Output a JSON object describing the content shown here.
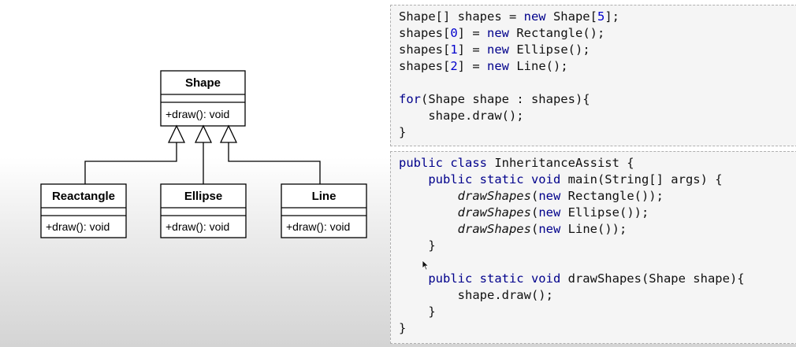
{
  "diagram": {
    "parent": {
      "name": "Shape",
      "operation": "+draw(): void"
    },
    "children": [
      {
        "name": "Reactangle",
        "operation": "+draw(): void"
      },
      {
        "name": "Ellipse",
        "operation": "+draw(): void"
      },
      {
        "name": "Line",
        "operation": "+draw(): void"
      }
    ]
  },
  "code_block_1": {
    "lines": [
      [
        {
          "t": "Shape[] shapes = "
        },
        {
          "t": "new",
          "c": "kw"
        },
        {
          "t": " Shape["
        },
        {
          "t": "5",
          "c": "num"
        },
        {
          "t": "];"
        }
      ],
      [
        {
          "t": "shapes["
        },
        {
          "t": "0",
          "c": "num"
        },
        {
          "t": "] = "
        },
        {
          "t": "new",
          "c": "kw"
        },
        {
          "t": " Rectangle();"
        }
      ],
      [
        {
          "t": "shapes["
        },
        {
          "t": "1",
          "c": "num"
        },
        {
          "t": "] = "
        },
        {
          "t": "new",
          "c": "kw"
        },
        {
          "t": " Ellipse();"
        }
      ],
      [
        {
          "t": "shapes["
        },
        {
          "t": "2",
          "c": "num"
        },
        {
          "t": "] = "
        },
        {
          "t": "new",
          "c": "kw"
        },
        {
          "t": " Line();"
        }
      ],
      [],
      [
        {
          "t": "for",
          "c": "kw"
        },
        {
          "t": "(Shape shape : shapes){"
        }
      ],
      [
        {
          "t": "    shape.draw();"
        }
      ],
      [
        {
          "t": "}"
        }
      ]
    ]
  },
  "code_block_2": {
    "lines": [
      [
        {
          "t": "public class",
          "c": "kw"
        },
        {
          "t": " InheritanceAssist {"
        }
      ],
      [
        {
          "t": "    "
        },
        {
          "t": "public static void",
          "c": "kw"
        },
        {
          "t": " main(String[] args) {"
        }
      ],
      [
        {
          "t": "        "
        },
        {
          "t": "drawShapes",
          "c": "it"
        },
        {
          "t": "("
        },
        {
          "t": "new",
          "c": "kw"
        },
        {
          "t": " Rectangle());"
        }
      ],
      [
        {
          "t": "        "
        },
        {
          "t": "drawShapes",
          "c": "it"
        },
        {
          "t": "("
        },
        {
          "t": "new",
          "c": "kw"
        },
        {
          "t": " Ellipse());"
        }
      ],
      [
        {
          "t": "        "
        },
        {
          "t": "drawShapes",
          "c": "it"
        },
        {
          "t": "("
        },
        {
          "t": "new",
          "c": "kw"
        },
        {
          "t": " Line());"
        }
      ],
      [
        {
          "t": "    }"
        }
      ],
      [],
      [
        {
          "t": "    "
        },
        {
          "t": "public static void",
          "c": "kw"
        },
        {
          "t": " drawShapes(Shape shape){"
        }
      ],
      [
        {
          "t": "        shape.draw();"
        }
      ],
      [
        {
          "t": "    }"
        }
      ],
      [
        {
          "t": "}"
        }
      ]
    ]
  },
  "colors": {
    "keyword": "#00008b",
    "number": "#0000cc",
    "panel_bg": "#f5f5f5"
  },
  "icons": {
    "cursor": "mouse-pointer-icon"
  }
}
